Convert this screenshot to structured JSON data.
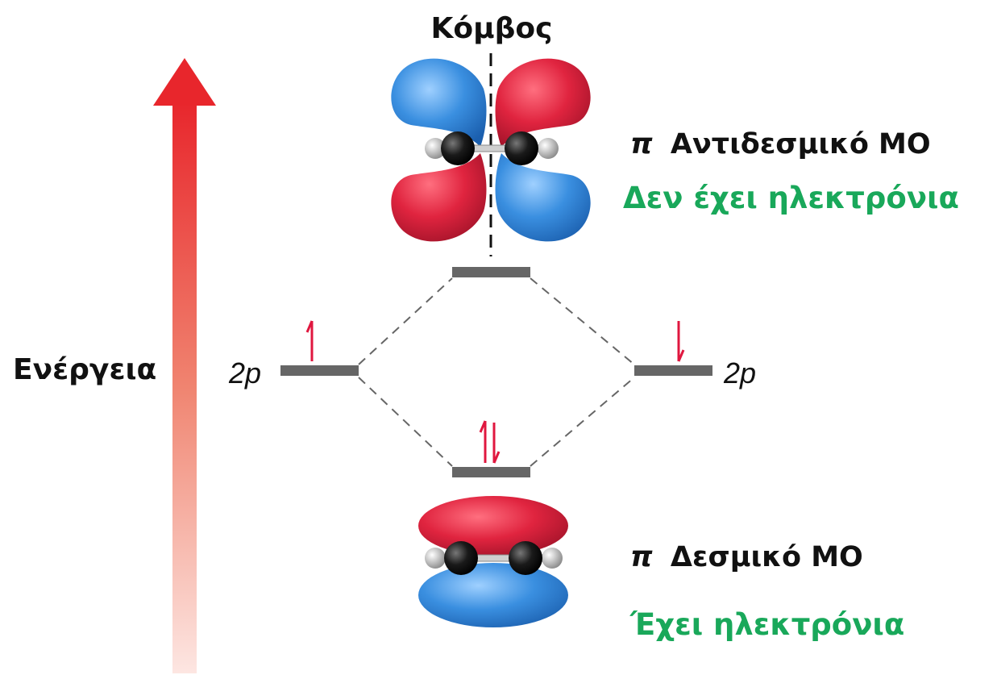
{
  "node_label": "Κόμβος",
  "energy_label": "Ενέργεια",
  "atomic_orbital_left": "2p",
  "atomic_orbital_right": "2p",
  "antibonding": {
    "pi_symbol": "π",
    "title": "Αντιδεσμικό MO",
    "status": "Δεν έχει ηλεκτρόνια"
  },
  "bonding": {
    "pi_symbol": "π",
    "title": "Δεσμικό MO",
    "status": "Έχει ηλεκτρόνια"
  },
  "colors": {
    "lobe_red": "#d81e3c",
    "lobe_blue": "#2f86d4",
    "electron_arrow": "#e0173f",
    "status_green": "#19a85a",
    "level_bar": "#666666",
    "energy_arrow": "#e8262c"
  }
}
